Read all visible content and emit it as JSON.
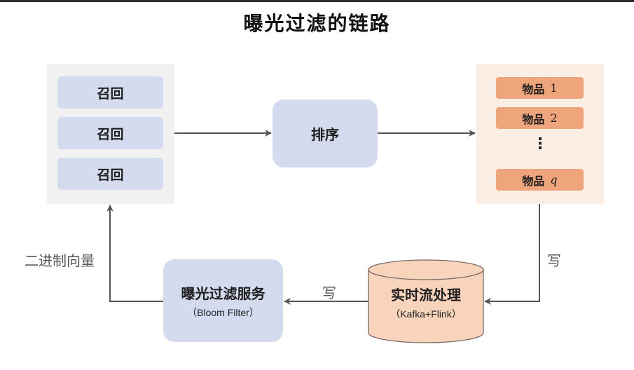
{
  "title": "曝光过滤的链路",
  "recall_panel": {
    "items": [
      "召回",
      "召回",
      "召回"
    ]
  },
  "sort_box": {
    "label": "排序"
  },
  "items_panel": {
    "items": [
      {
        "label": "物品",
        "num": "1"
      },
      {
        "label": "物品",
        "num": "2"
      },
      {
        "label": "物品",
        "num": "q"
      }
    ],
    "ellipsis": "⋮"
  },
  "stream": {
    "label": "实时流处理",
    "sub": "（Kafka+Flink）"
  },
  "filter_service": {
    "label": "曝光过滤服务",
    "sub": "（Bloom Filter）"
  },
  "edge_labels": {
    "write_right": "写",
    "write_bottom": "写",
    "binary_vector": "二进制向量"
  },
  "colors": {
    "blue_box": "#d4dbef",
    "orange_item": "#efa57b",
    "orange_panel": "#fbeee4",
    "gray_panel": "#f1f1f2",
    "arrow": "#555555"
  }
}
